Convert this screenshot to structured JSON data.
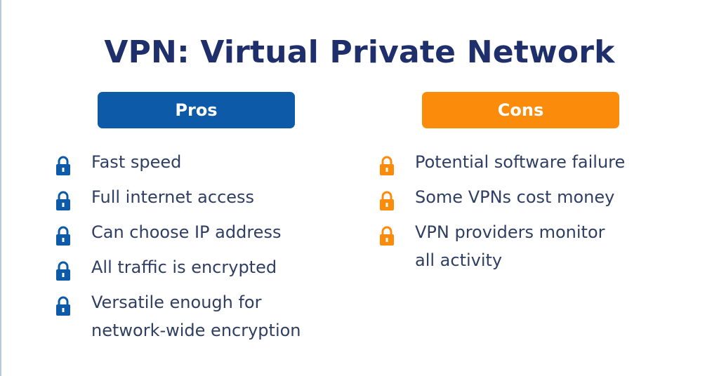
{
  "title": "VPN: Virtual Private Network",
  "colors": {
    "title": "#1f2f6b",
    "pros": "#0c5aa8",
    "cons": "#fb8c0b",
    "text": "#2f3e63"
  },
  "pros": {
    "label": "Pros",
    "icon": "lock-icon",
    "items": [
      {
        "line1": "Fast speed",
        "line2": ""
      },
      {
        "line1": "Full internet access",
        "line2": ""
      },
      {
        "line1": "Can choose IP address",
        "line2": ""
      },
      {
        "line1": "All traffic is encrypted",
        "line2": ""
      },
      {
        "line1": "Versatile enough for",
        "line2": "network-wide encryption"
      }
    ]
  },
  "cons": {
    "label": "Cons",
    "icon": "lock-icon",
    "items": [
      {
        "line1": "Potential software failure",
        "line2": ""
      },
      {
        "line1": "Some VPNs cost money",
        "line2": ""
      },
      {
        "line1": "VPN providers monitor",
        "line2": "all activity"
      }
    ]
  }
}
